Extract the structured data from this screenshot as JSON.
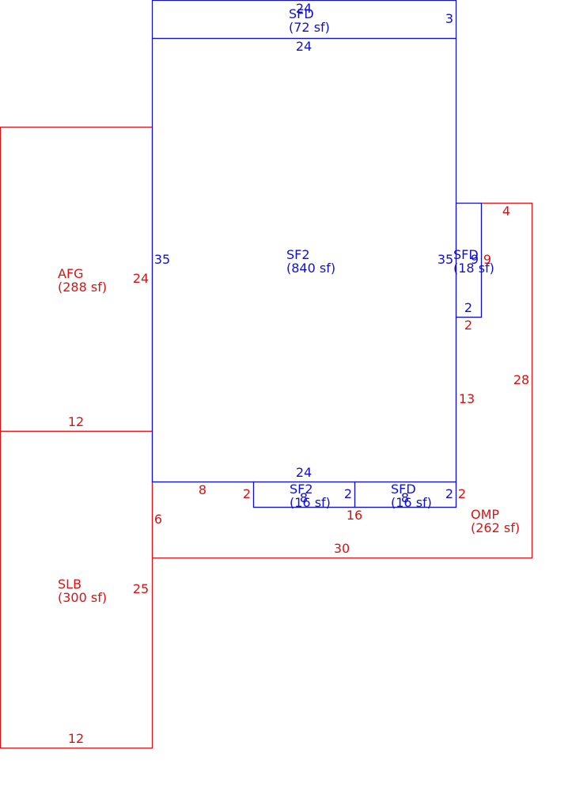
{
  "colors": {
    "blue": "#1111cc",
    "red": "#dd1111",
    "background": "#ffffff"
  },
  "areas": [
    {
      "id": "sfd-top",
      "name": "SFD",
      "area": "(72 sf)",
      "color": "blue"
    },
    {
      "id": "sf2-main",
      "name": "SF2",
      "area": "(840 sf)",
      "color": "blue"
    },
    {
      "id": "sfd-right",
      "name": "SFD",
      "area": "(18 sf)",
      "color": "blue"
    },
    {
      "id": "sf2-bottom",
      "name": "SF2",
      "area": "(16 sf)",
      "color": "blue"
    },
    {
      "id": "sfd-bottom",
      "name": "SFD",
      "area": "(16 sf)",
      "color": "blue"
    },
    {
      "id": "afg",
      "name": "AFG",
      "area": "(288 sf)",
      "color": "red"
    },
    {
      "id": "slb",
      "name": "SLB",
      "area": "(300 sf)",
      "color": "red"
    },
    {
      "id": "omp",
      "name": "OMP",
      "area": "(262 sf)",
      "color": "red"
    }
  ],
  "dimensions": [
    {
      "id": "sfd-top-w",
      "value": "24",
      "color": "blue"
    },
    {
      "id": "sfd-top-h",
      "value": "3",
      "color": "blue"
    },
    {
      "id": "sf2-top",
      "value": "24",
      "color": "blue"
    },
    {
      "id": "sf2-left",
      "value": "35",
      "color": "blue"
    },
    {
      "id": "sf2-right",
      "value": "35",
      "color": "blue"
    },
    {
      "id": "sf2-bot",
      "value": "24",
      "color": "blue"
    },
    {
      "id": "sfd-right-h",
      "value": "9",
      "color": "blue"
    },
    {
      "id": "sfd-right-w",
      "value": "2",
      "color": "blue"
    },
    {
      "id": "sf2-bottom-w",
      "value": "8",
      "color": "blue"
    },
    {
      "id": "sf2-bottom-h",
      "value": "2",
      "color": "blue"
    },
    {
      "id": "sfd-bottom-w",
      "value": "8",
      "color": "blue"
    },
    {
      "id": "sfd-bottom-h",
      "value": "2",
      "color": "blue"
    },
    {
      "id": "afg-h",
      "value": "24",
      "color": "red"
    },
    {
      "id": "afg-w",
      "value": "12",
      "color": "red"
    },
    {
      "id": "slb-h",
      "value": "25",
      "color": "red"
    },
    {
      "id": "slb-w",
      "value": "12",
      "color": "red"
    },
    {
      "id": "omp-top",
      "value": "4",
      "color": "red"
    },
    {
      "id": "omp-9",
      "value": "9",
      "color": "red"
    },
    {
      "id": "omp-2a",
      "value": "2",
      "color": "red"
    },
    {
      "id": "omp-28",
      "value": "28",
      "color": "red"
    },
    {
      "id": "omp-13",
      "value": "13",
      "color": "red"
    },
    {
      "id": "omp-2b",
      "value": "2",
      "color": "red"
    },
    {
      "id": "omp-8",
      "value": "8",
      "color": "red"
    },
    {
      "id": "omp-2c",
      "value": "2",
      "color": "red"
    },
    {
      "id": "omp-16",
      "value": "16",
      "color": "red"
    },
    {
      "id": "omp-6",
      "value": "6",
      "color": "red"
    },
    {
      "id": "omp-30",
      "value": "30",
      "color": "red"
    }
  ]
}
